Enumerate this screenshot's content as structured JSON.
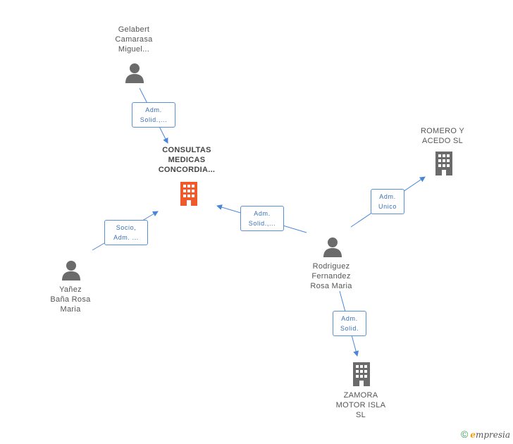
{
  "nodes": {
    "gelabert": {
      "lines": [
        "Gelabert",
        "Camarasa",
        "Miguel..."
      ],
      "type": "person"
    },
    "consultas": {
      "lines": [
        "CONSULTAS",
        "MEDICAS",
        "CONCORDIA..."
      ],
      "type": "company-main"
    },
    "romero": {
      "lines": [
        "ROMERO Y",
        "ACEDO SL"
      ],
      "type": "company"
    },
    "yanez": {
      "lines": [
        "Yañez",
        "Baña Rosa",
        "Maria"
      ],
      "type": "person"
    },
    "rodriguez": {
      "lines": [
        "Rodriguez",
        "Fernandez",
        "Rosa Maria"
      ],
      "type": "person"
    },
    "zamora": {
      "lines": [
        "ZAMORA",
        "MOTOR ISLA",
        "SL"
      ],
      "type": "company"
    }
  },
  "edges": {
    "gelabert_consultas": [
      "Adm.",
      "Solid.,..."
    ],
    "yanez_consultas": [
      "Socio,",
      "Adm. ..."
    ],
    "rodriguez_consultas": [
      "Adm.",
      "Solid.,..."
    ],
    "rodriguez_romero": [
      "Adm.",
      "Unico"
    ],
    "rodriguez_zamora": [
      "Adm.",
      "Solid."
    ]
  },
  "colors": {
    "edge": "#4a86d8",
    "person": "#6b6b6b",
    "company": "#6b6b6b",
    "company_main": "#f0592a"
  },
  "footer": {
    "copyright": "©",
    "brand_first": "e",
    "brand_rest": "mpresia"
  }
}
